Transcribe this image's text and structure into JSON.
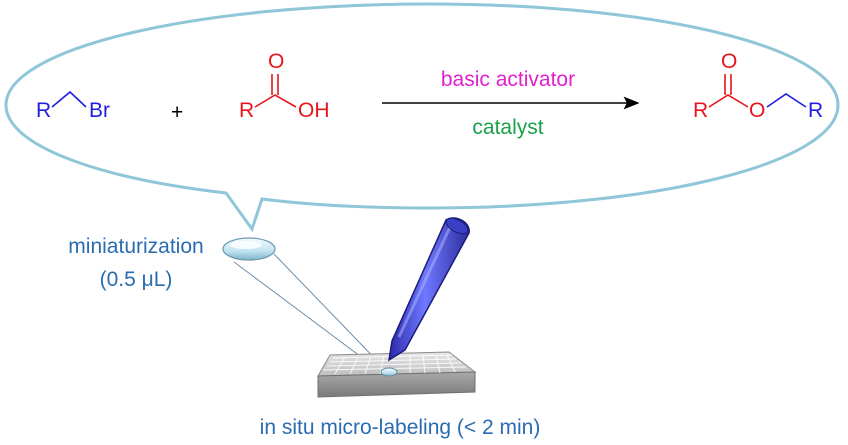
{
  "reaction": {
    "reactant1": {
      "r": "R",
      "leaving_group": "Br"
    },
    "plus": "+",
    "reactant2": {
      "r": "R",
      "carbonyl_o": "O",
      "hydroxyl": "OH"
    },
    "arrow_top": "basic activator",
    "arrow_bottom": "catalyst",
    "product": {
      "r_left": "R",
      "carbonyl_o": "O",
      "ester_o": "O",
      "r_right": "R"
    }
  },
  "labels": {
    "miniaturization_line1": "miniaturization",
    "miniaturization_line2": "(0.5 μL)",
    "bottom_caption": "in situ micro-labeling (< 2 min)"
  },
  "colors": {
    "blue": "#1f1fe0",
    "red": "#e8141c",
    "magenta": "#e020d0",
    "green": "#1aa04a",
    "label_blue": "#2b6cb0",
    "bubble_stroke": "#8fc6d8"
  }
}
